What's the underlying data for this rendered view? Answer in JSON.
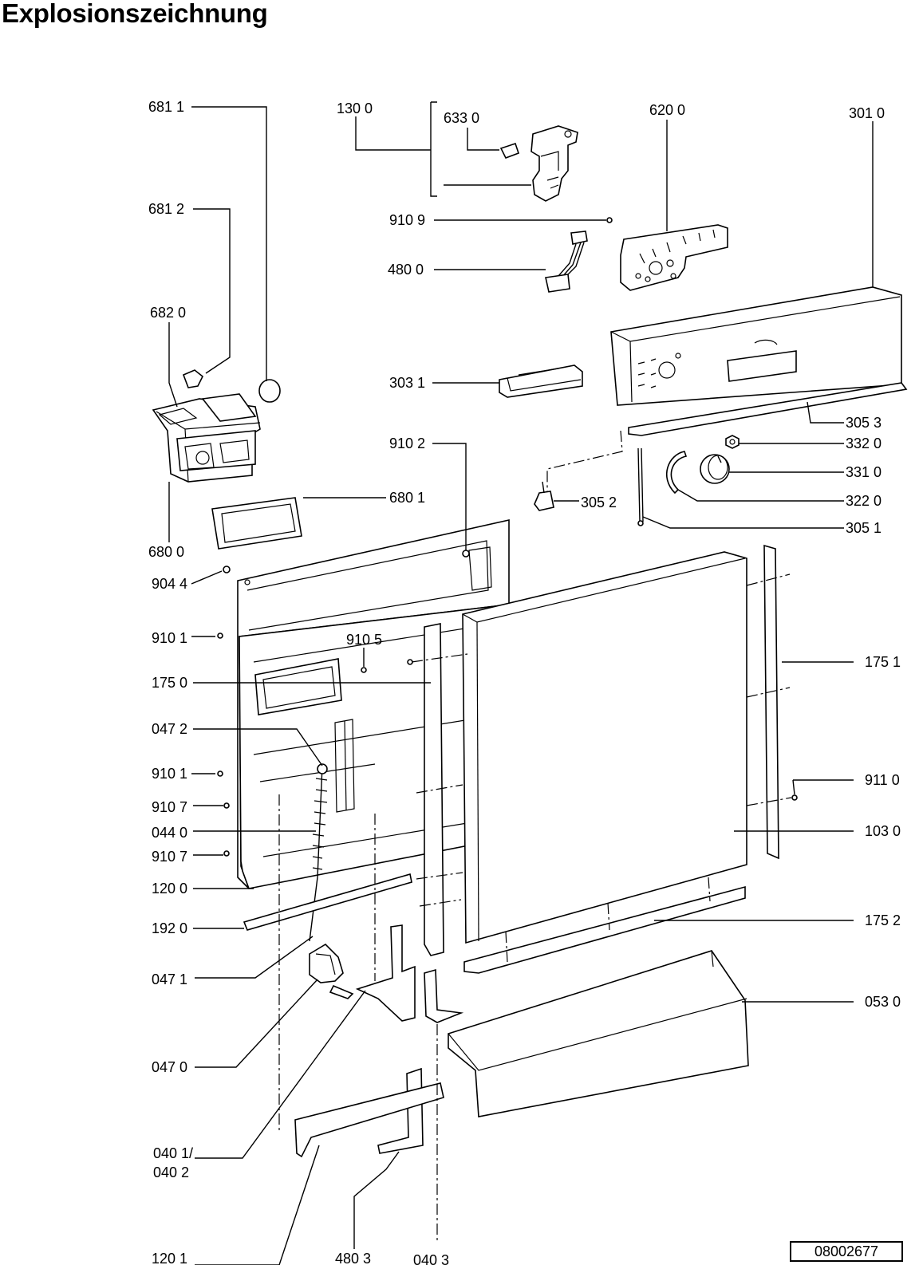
{
  "title": "Explosionszeichnung",
  "drawing_number": "08002677",
  "part_labels": {
    "p6811": "681 1",
    "p1300": "130 0",
    "p6330": "633 0",
    "p6200": "620 0",
    "p3010": "301 0",
    "p6812": "681 2",
    "p9109": "910 9",
    "p4800": "480 0",
    "p6820": "682 0",
    "p3031": "303 1",
    "p3053": "305 3",
    "p9102": "910 2",
    "p3320": "332 0",
    "p3310": "331 0",
    "p3052": "305 2",
    "p3220": "322 0",
    "p6801": "680 1",
    "p3051": "305 1",
    "p6800": "680 0",
    "p9044": "904 4",
    "p9101a": "910 1",
    "p9105": "910 5",
    "p1751": "175 1",
    "p1750": "175 0",
    "p0472": "047 2",
    "p9101b": "910 1",
    "p9110": "911 0",
    "p9107a": "910 7",
    "p0440": "044 0",
    "p1030": "103 0",
    "p9107b": "910 7",
    "p1200": "120 0",
    "p1920": "192 0",
    "p1752": "175 2",
    "p0471": "047 1",
    "p0530": "053 0",
    "p0470": "047 0",
    "p0401": "040 1/",
    "p0402": "040 2",
    "p1201": "120 1",
    "p4803": "480 3",
    "p0403": "040 3"
  }
}
